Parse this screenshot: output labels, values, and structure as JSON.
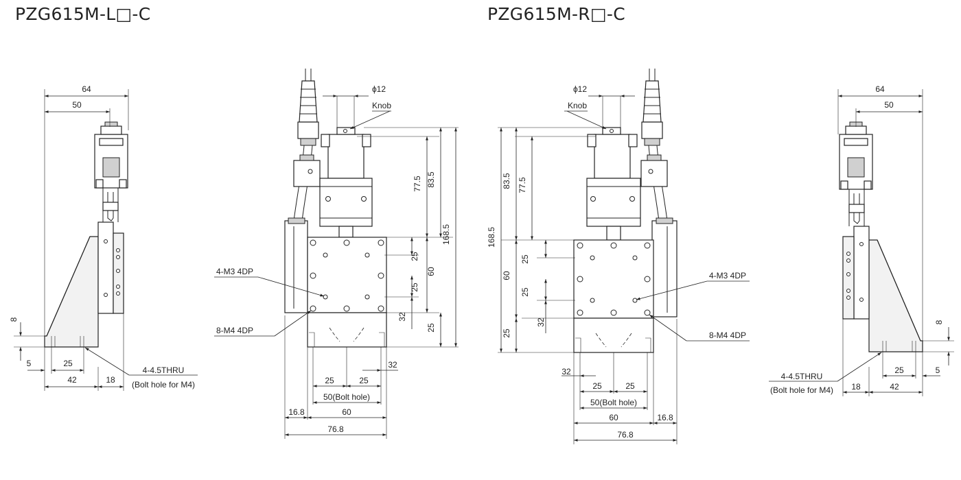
{
  "titles": {
    "left": "PZG615M-L□-C",
    "right": "PZG615M-R□-C"
  },
  "side_left": {
    "d64": "64",
    "d50": "50",
    "d8": "8",
    "d5": "5",
    "d25": "25",
    "d42": "42",
    "d18": "18",
    "thru": "4-4.5THRU",
    "bolt": "(Bolt hole for M4)"
  },
  "front_left": {
    "phi": "ϕ12",
    "knob": "Knob",
    "d77": "77.5",
    "d83": "83.5",
    "d168": "168.5",
    "d25a": "25",
    "d60": "60",
    "d25b": "25",
    "d32v": "32",
    "d25c": "25",
    "m3": "4-M3 4DP",
    "m4": "8-M4 4DP",
    "d32h": "32",
    "d25l": "25",
    "d25r": "25",
    "bolt50": "50(Bolt hole)",
    "d16": "16.8",
    "d60h": "60",
    "d76": "76.8"
  },
  "front_right": {
    "phi": "ϕ12",
    "knob": "Knob",
    "d83": "83.5",
    "d77": "77.5",
    "d168": "168.5",
    "d25a": "25",
    "d60": "60",
    "d25b": "25",
    "d32v": "32",
    "d25c": "25",
    "m3": "4-M3 4DP",
    "m4": "8-M4 4DP",
    "d32h": "32",
    "d25l": "25",
    "d25r": "25",
    "bolt50": "50(Bolt hole)",
    "d60h": "60",
    "d16": "16.8",
    "d76": "76.8"
  },
  "side_right": {
    "d64": "64",
    "d50": "50",
    "d8": "8",
    "d25": "25",
    "d5": "5",
    "d18": "18",
    "d42": "42",
    "thru": "4-4.5THRU",
    "bolt": "(Bolt hole for M4)"
  }
}
